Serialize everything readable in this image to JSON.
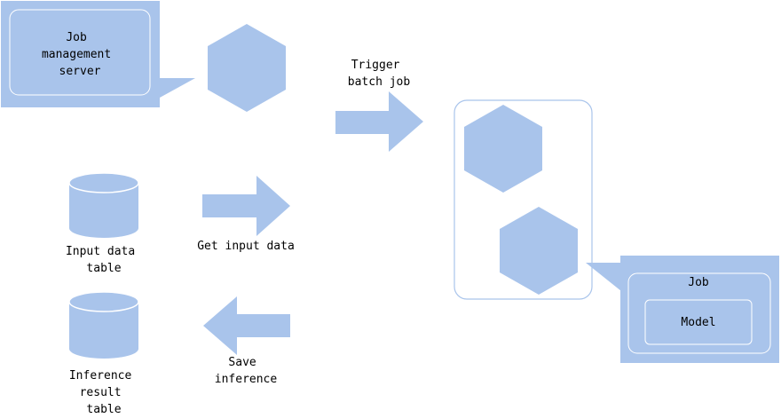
{
  "colors": {
    "shape_fill": "#a9c4eb",
    "panel_fill": "#a9c4eb",
    "inner_stroke": "#ffffff",
    "group_stroke": "#a9c4eb",
    "text": "#000000"
  },
  "job_server": {
    "label_lines": [
      "Job",
      "management",
      "server"
    ]
  },
  "arrows": {
    "trigger": {
      "label_lines": [
        "Trigger",
        "batch job"
      ]
    },
    "get_input": {
      "label_lines": [
        "Get input data"
      ]
    },
    "save": {
      "label_lines": [
        "Save",
        "inference"
      ]
    }
  },
  "tables": {
    "input": {
      "label_lines": [
        "Input data",
        "table"
      ]
    },
    "result": {
      "label_lines": [
        "Inference",
        "result",
        "table"
      ]
    }
  },
  "job_panel": {
    "job_label": "Job",
    "model_label": "Model"
  }
}
